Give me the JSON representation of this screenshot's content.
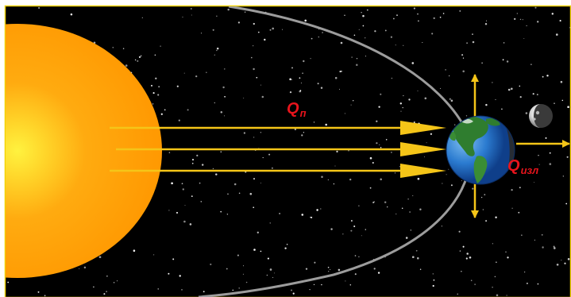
{
  "labels": {
    "incoming": {
      "main": "Q",
      "sub": "п"
    },
    "emitted": {
      "main": "Q",
      "sub": "изл"
    }
  },
  "colors": {
    "label": "#e8141c",
    "sun_outer": "#ff9a00",
    "sun_core": "#ffe23a",
    "ray": "#f5c518",
    "orbit": "#9c9c9c",
    "space": "#000000",
    "frame": "#f2d200"
  },
  "icons": [
    "sun-icon",
    "earth-icon",
    "moon-icon"
  ]
}
